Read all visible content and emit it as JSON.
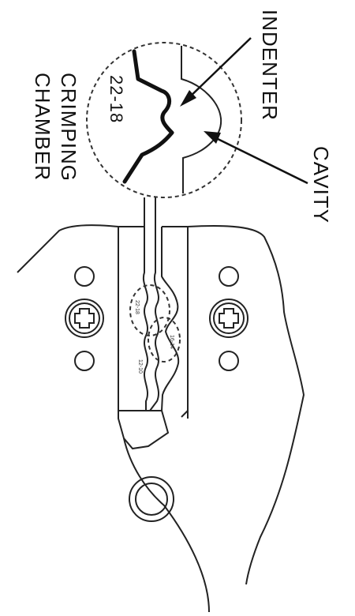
{
  "labels": {
    "indenter": "INDENTER",
    "cavity": "CAVITY",
    "crimping": "CRIMPING",
    "chamber": "CHAMBER",
    "size": "22-18"
  }
}
